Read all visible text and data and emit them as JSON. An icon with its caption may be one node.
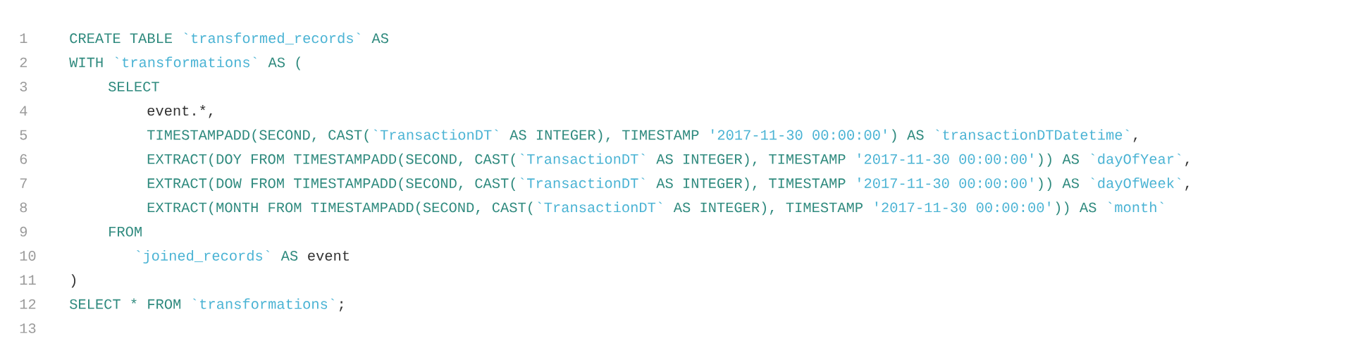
{
  "diagram": {
    "labels": [
      "1",
      "CREATE TABLE",
      "`transformed_records`",
      "AS",
      "2",
      "WITH",
      "`transformations`",
      "AS (",
      "3",
      "SELECT",
      "4",
      "event.*,",
      "5",
      "TIMESTAMPADD(SECOND, CAST(",
      "`TransactionDT`",
      "AS INTEGER), TIMESTAMP",
      "'2017-11-30 00:00:00'",
      ") AS",
      "`transactionDTDatetime`",
      ",",
      "6",
      "EXTRACT(DOY FROM TIMESTAMPADD(SECOND, CAST(",
      "`TransactionDT`",
      "AS INTEGER), TIMESTAMP",
      "'2017-11-30 00:00:00'",
      ")) AS",
      "`dayOfYear`",
      ",",
      "7",
      "EXTRACT(DOW FROM TIMESTAMPADD(SECOND, CAST(",
      "`TransactionDT`",
      "AS INTEGER), TIMESTAMP",
      "'2017-11-30 00:00:00'",
      ")) AS",
      "`dayOfWeek`",
      ",",
      "8",
      "EXTRACT(MONTH FROM TIMESTAMPADD(SECOND, CAST(",
      "`TransactionDT`",
      "AS INTEGER), TIMESTAMP",
      "'2017-11-30 00:00:00'",
      ")) AS",
      "`month`",
      "9",
      "FROM",
      "10",
      "`joined_records`",
      "AS",
      "event",
      "11",
      ")",
      "12",
      "SELECT * FROM",
      "`transformations`",
      ";",
      "13"
    ]
  }
}
